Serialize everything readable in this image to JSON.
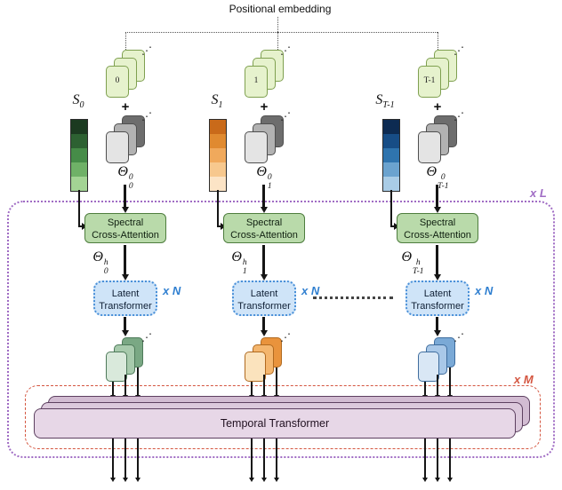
{
  "title": "Positional embedding",
  "plus": "+",
  "dots_glyph": "⋰",
  "loops": {
    "outer": "x L",
    "temporal": "x M",
    "latent": "x N"
  },
  "spectral_box": {
    "line1": "Spectral",
    "line2": "Cross-Attention"
  },
  "latent_box": {
    "line1": "Latent",
    "line2": "Transformer"
  },
  "temporal_box": {
    "label": "Temporal Transformer"
  },
  "colors": {
    "outer_border": "#a06cc4",
    "outer_label": "#a06cc4",
    "temporal_border": "#d4553f",
    "temporal_label": "#d4553f",
    "latent_border": "#4a90d8",
    "latent_label": "#2f7fd0",
    "spectral_fill": "#b9daaa",
    "spectral_border": "#4e7d3e",
    "latent_fill": "#cfe4f8",
    "temporal_fill_front": "#e7d7e7",
    "temporal_fill_mid": "#dcc9dc",
    "temporal_fill_back": "#d2bcd2",
    "temporal_box_border": "#5d4060"
  },
  "green_card": {
    "fill": "#e6f2cd",
    "border": "#7fa050"
  },
  "gray_cards": {
    "front": "#e4e4e4",
    "mid": "#b2b2b2",
    "back": "#6d6d6d",
    "border": "#4f4f4f"
  },
  "columns": [
    {
      "pos_token": "0",
      "s_base": "S",
      "s_sub": "0",
      "theta_in": {
        "sym": "Θ",
        "sup": "0",
        "sub": "0"
      },
      "theta_out": {
        "sym": "Θ",
        "sup": "h",
        "sub": "0"
      },
      "bar_colors": [
        "#1b3a20",
        "#2d6132",
        "#468c48",
        "#6fb167",
        "#a3d494"
      ],
      "out_cards": {
        "front": "#d9e9db",
        "mid": "#a7caac",
        "back": "#7aa884",
        "border": "#4e7a5a"
      }
    },
    {
      "pos_token": "1",
      "s_base": "S",
      "s_sub": "1",
      "theta_in": {
        "sym": "Θ",
        "sup": "0",
        "sub": "1"
      },
      "theta_out": {
        "sym": "Θ",
        "sup": "h",
        "sub": "1"
      },
      "bar_colors": [
        "#c96a1a",
        "#e08a30",
        "#f0a95c",
        "#f7c88e",
        "#fce4c6"
      ],
      "out_cards": {
        "front": "#fbe3bd",
        "mid": "#f4b66e",
        "back": "#e9933c",
        "border": "#b06a20"
      }
    },
    {
      "pos_token": "T-1",
      "s_base": "S",
      "s_sub": "T-1",
      "theta_in": {
        "sym": "Θ",
        "sup": "0",
        "sub": "T-1"
      },
      "theta_out": {
        "sym": "Θ",
        "sup": "h",
        "sub": "T-1"
      },
      "bar_colors": [
        "#0d2b52",
        "#174d86",
        "#2f74ae",
        "#6ba3cf",
        "#a9cce6"
      ],
      "out_cards": {
        "front": "#d9e7f5",
        "mid": "#a9c8e8",
        "back": "#7aa9d6",
        "border": "#3f6d9e"
      }
    }
  ]
}
